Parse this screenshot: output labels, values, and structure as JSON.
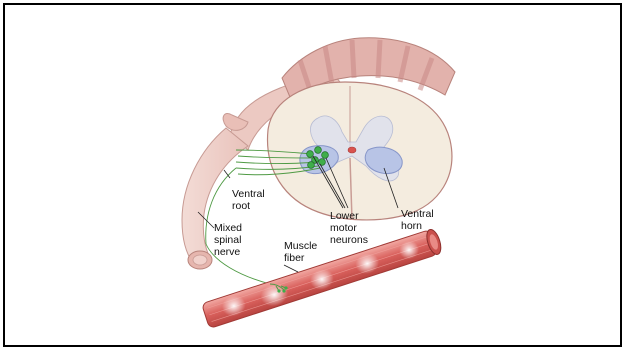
{
  "labels": {
    "ventral_root": [
      "Ventral",
      "root"
    ],
    "mixed_spinal_nerve": [
      "Mixed",
      "spinal",
      "nerve"
    ],
    "lower_motor_neurons": [
      "Lower",
      "motor",
      "neurons"
    ],
    "ventral_horn": [
      "Ventral",
      "horn"
    ],
    "muscle_fiber": [
      "Muscle",
      "fiber"
    ]
  },
  "colors": {
    "spinal_cord_outer": "#e8c4c0",
    "spinal_cord_stripe": "#c98a86",
    "white_matter": "#f4ecdf",
    "gray_matter_horn": "#b8c4e6",
    "motor_neurons": "#3fae4a",
    "nerve_fibers": "#4f9a44",
    "muscle_fiber": "#e07b78",
    "frame": "#000000"
  }
}
